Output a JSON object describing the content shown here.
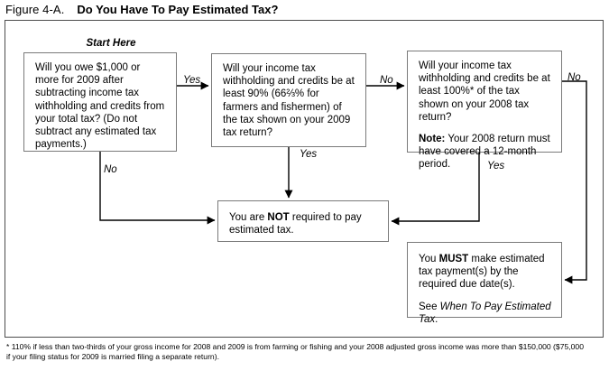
{
  "figure": {
    "label": "Figure 4-A.",
    "title": "Do You Have To Pay Estimated Tax?",
    "start_here": "Start Here"
  },
  "nodes": {
    "owe": {
      "name": "will-you-owe-1000",
      "text": "Will you owe $1,000 or more for 2009 after subtracting income tax withholding and credits from your total tax? (Do not subtract any estimated tax payments.)"
    },
    "withholding_2009": {
      "name": "withholding-90-percent-2009",
      "text": "Will your income tax withholding and credits be at least 90% (66⅔% for farmers and fishermen) of the tax shown on your 2009 tax return?"
    },
    "withholding_2008": {
      "name": "withholding-100-percent-2008",
      "text": "Will your income tax withholding and credits be at least 100%* of the tax shown on your 2008 tax return?",
      "note_label": "Note:",
      "note_text": " Your 2008 return must have covered a 12-month period."
    },
    "not_required": {
      "name": "not-required-outcome",
      "prefix": "You are ",
      "emphasis": "NOT",
      "suffix": " required to pay estimated tax."
    },
    "must_pay": {
      "name": "must-pay-outcome",
      "prefix": "You ",
      "emphasis": "MUST",
      "suffix": " make estimated tax payment(s) by the required due date(s).",
      "see_prefix": "See ",
      "see_italic": "When To Pay Estimated Tax",
      "see_suffix": "."
    }
  },
  "edges": {
    "yes_1": "Yes",
    "no_1": "No",
    "no_2": "No",
    "yes_2": "Yes",
    "no_3": "No",
    "yes_3": "Yes"
  },
  "footnote": {
    "marker": "*",
    "text": "110% if less than two-thirds of your gross income for 2008 and 2009 is from farming or fishing and your 2008 adjusted gross income was more than $150,000 ($75,000 if your filing status for 2009 is married filing a separate return)."
  },
  "colors": {
    "frame": "#4d4d4d",
    "box_border": "#7a7a7a",
    "line": "#000000",
    "background": "#ffffff",
    "text": "#000000"
  }
}
